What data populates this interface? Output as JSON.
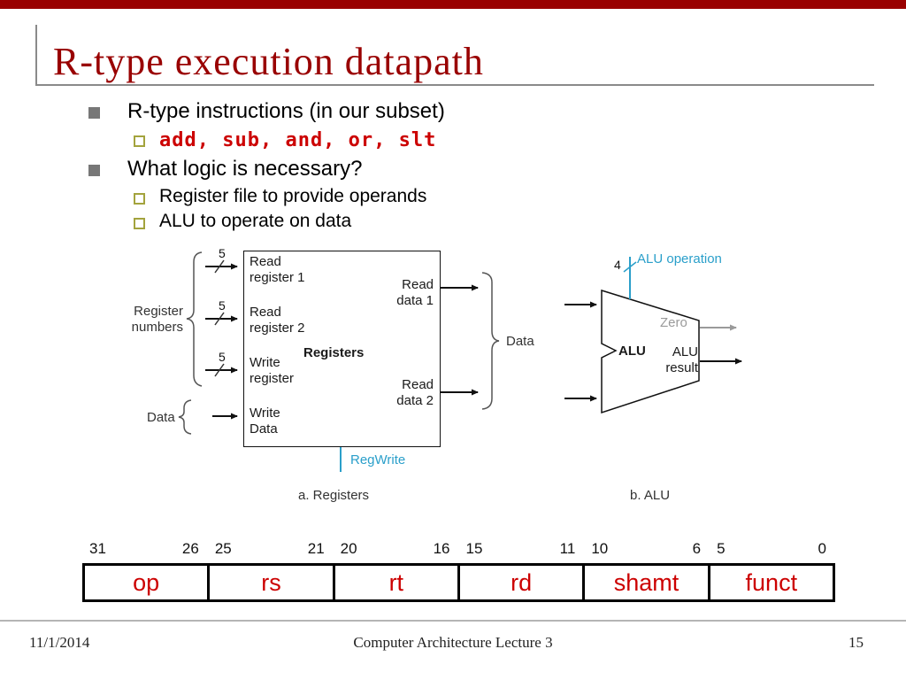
{
  "colors": {
    "bar_red": "#990000",
    "title_red": "#990000",
    "code_red": "#cc0000",
    "field_red": "#cc0000",
    "control_cyan": "#2a9fca",
    "zero_gray": "#9a9a9a"
  },
  "title": "R-type execution datapath",
  "bullets": {
    "b1": "R-type instructions (in our subset)",
    "b1_sub1": "add, sub, and, or, slt",
    "b2": "What logic is necessary?",
    "b2_sub1": "Register file to provide operands",
    "b2_sub2": "ALU to operate on data"
  },
  "registers": {
    "port_read_reg1": "Read register 1",
    "port_read_reg2": "Read register 2",
    "port_write_reg": "Write register",
    "port_write_data": "Write Data",
    "box_label": "Registers",
    "port_read_data1": "Read data 1",
    "port_read_data2": "Read data 2",
    "bus_width": "5",
    "group_label": "Register numbers",
    "data_in_label": "Data",
    "data_out_label": "Data",
    "control_label": "RegWrite",
    "caption": "a. Registers"
  },
  "alu": {
    "label": "ALU",
    "control_width": "4",
    "control_label": "ALU operation",
    "zero_label": "Zero",
    "result_label": "ALU result",
    "caption": "b. ALU"
  },
  "format": {
    "cells": [
      {
        "hi": "31",
        "lo": "26",
        "field": "op"
      },
      {
        "hi": "25",
        "lo": "21",
        "field": "rs"
      },
      {
        "hi": "20",
        "lo": "16",
        "field": "rt"
      },
      {
        "hi": "15",
        "lo": "11",
        "field": "rd"
      },
      {
        "hi": "10",
        "lo": "6",
        "field": "shamt"
      },
      {
        "hi": "5",
        "lo": "0",
        "field": "funct"
      }
    ]
  },
  "footer": {
    "date": "11/1/2014",
    "center": "Computer Architecture Lecture 3",
    "page": "15"
  }
}
